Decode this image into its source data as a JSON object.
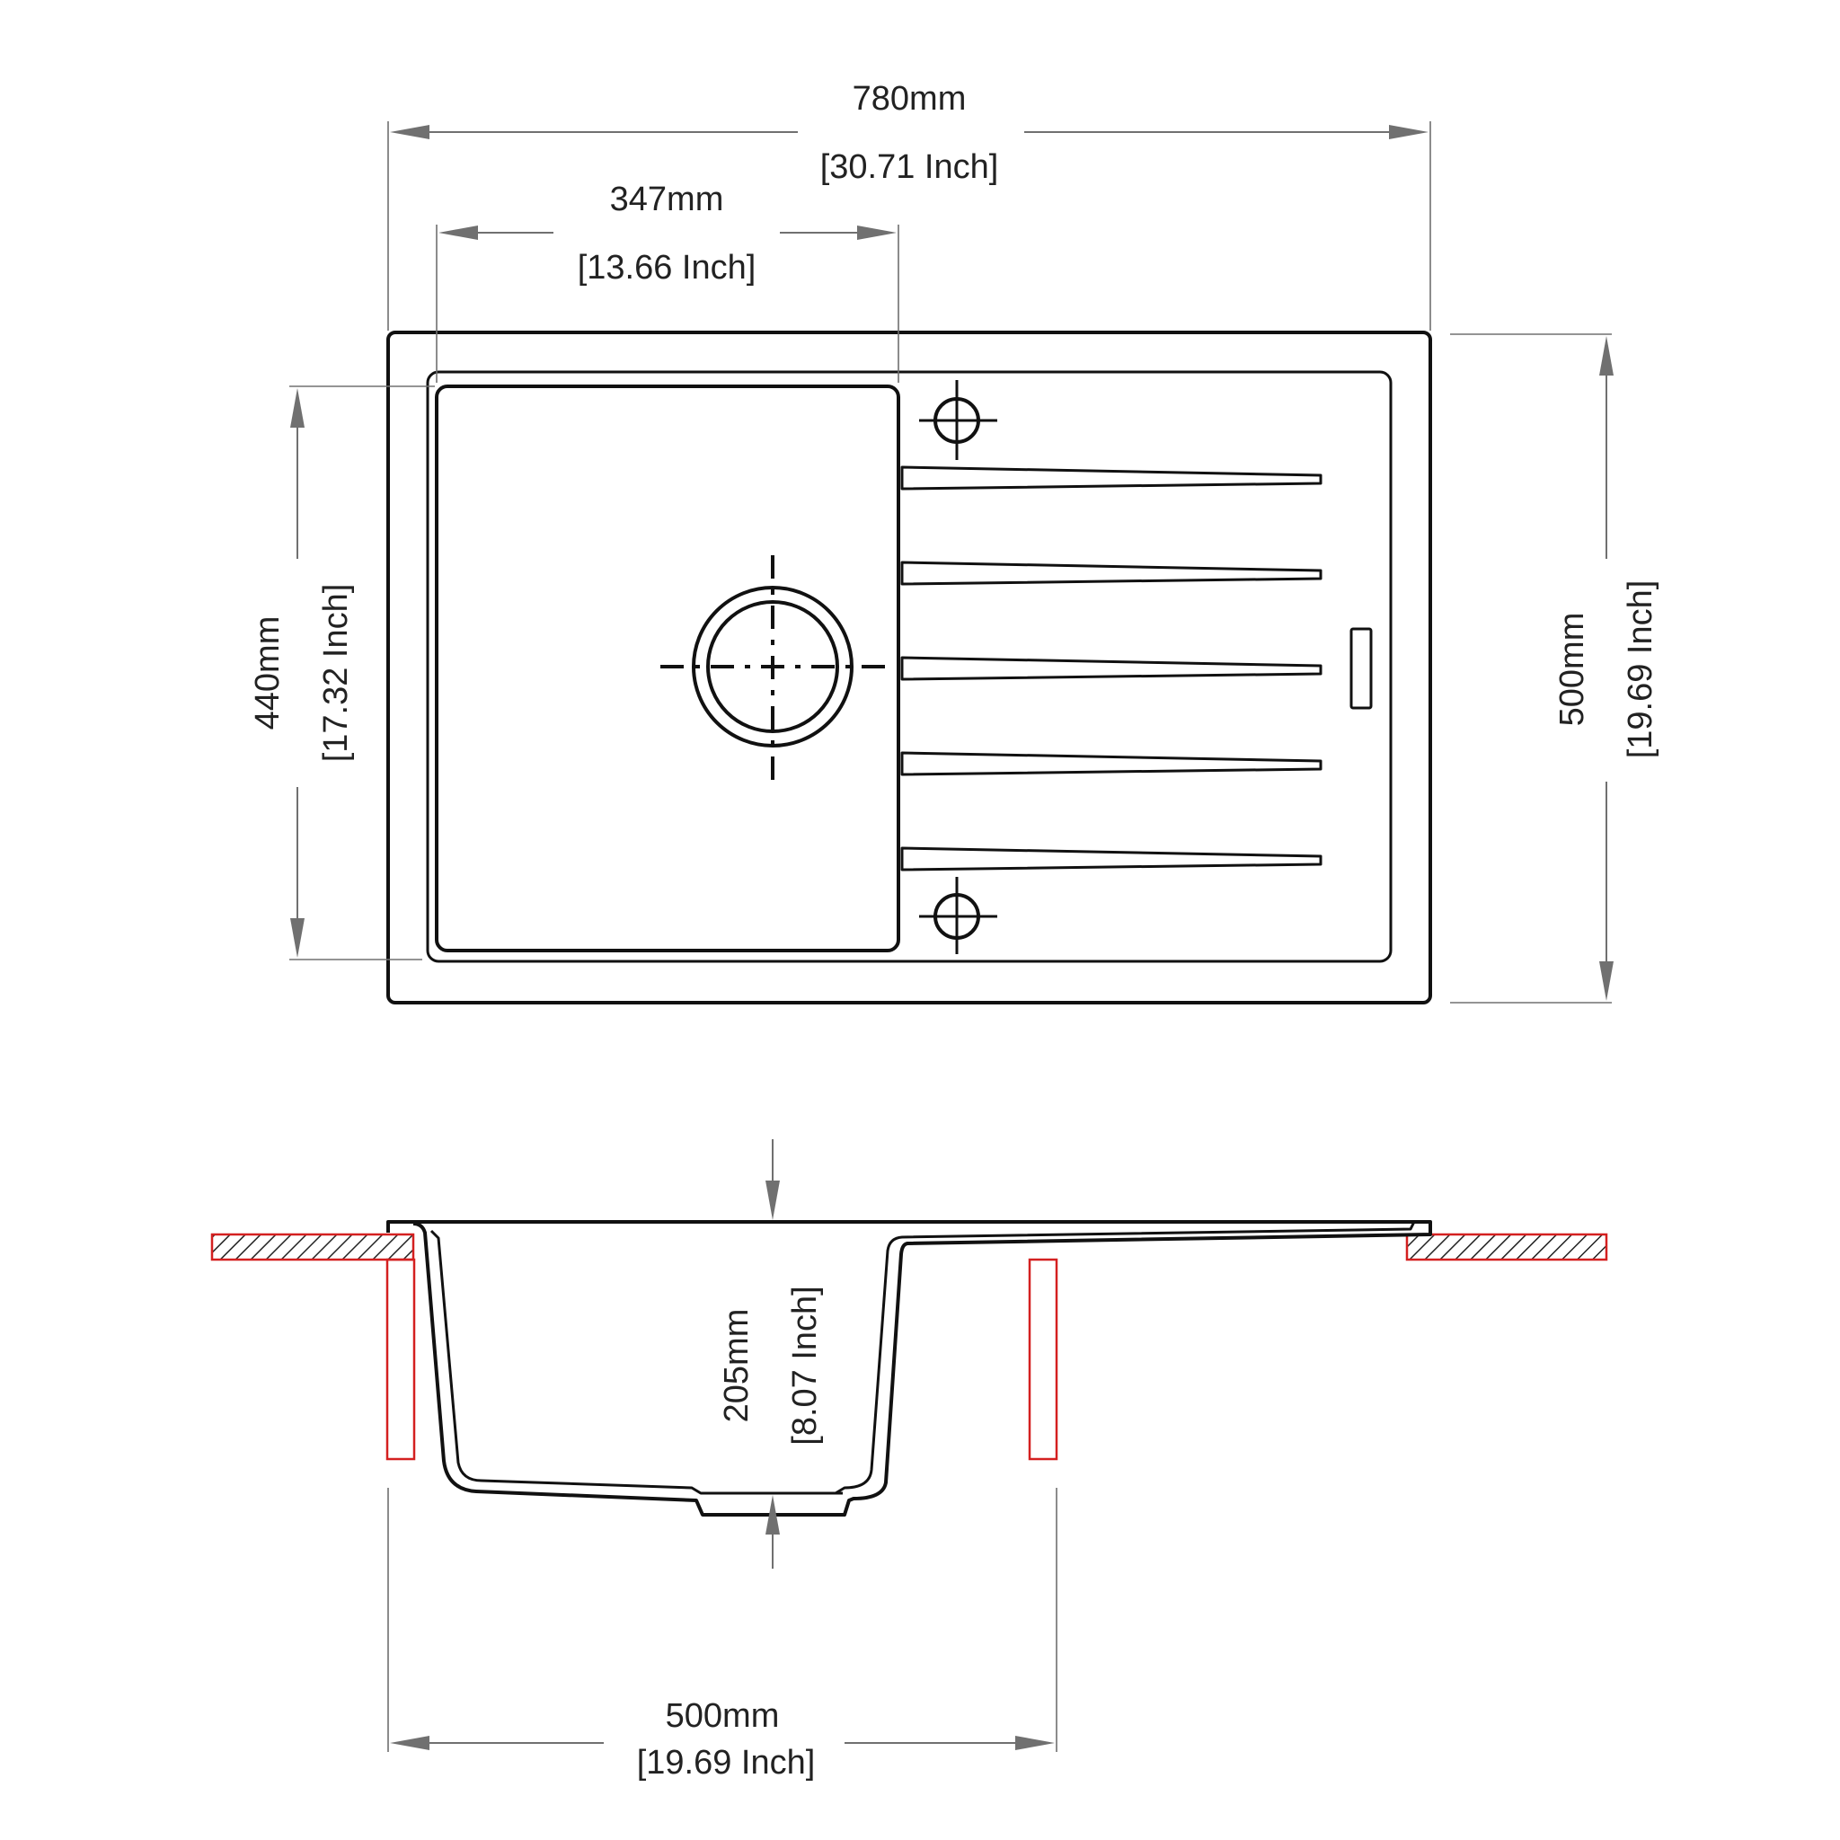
{
  "top_view": {
    "overall_width": {
      "mm": "780mm",
      "inch": "[30.71 Inch]"
    },
    "bowl_width": {
      "mm": "347mm",
      "inch": "[13.66 Inch]"
    },
    "bowl_length": {
      "mm": "440mm",
      "inch": "[17.32 Inch]"
    },
    "overall_depth": {
      "mm": "500mm",
      "inch": "[19.69 Inch]"
    }
  },
  "side_view": {
    "bowl_depth": {
      "mm": "205mm",
      "inch": "[8.07 Inch]"
    },
    "cabinet_width": {
      "mm": "500mm",
      "inch": "[19.69 Inch]"
    }
  },
  "colors": {
    "outline": "#111111",
    "dimension": "#707070",
    "countertop": "#d42020"
  }
}
